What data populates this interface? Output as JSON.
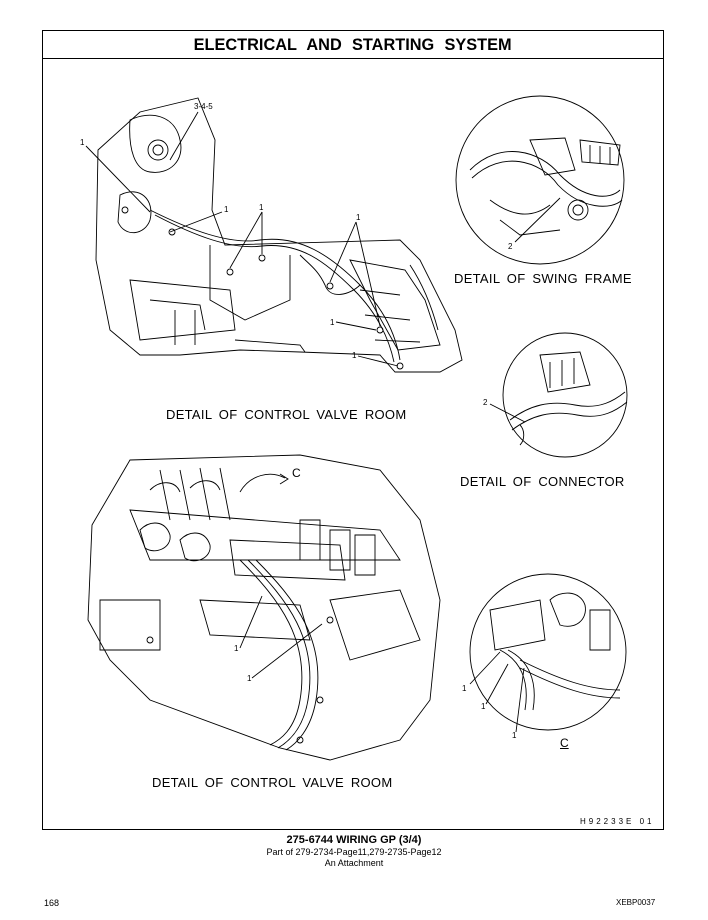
{
  "page_title": "ELECTRICAL AND STARTING SYSTEM",
  "details": {
    "swing_frame": "DETAIL OF SWING FRAME",
    "connector": "DETAIL OF CONNECTOR",
    "control_valve_room_top": "DETAIL OF CONTROL VALVE ROOM",
    "control_valve_room_bottom": "DETAIL OF CONTROL VALVE ROOM"
  },
  "callouts": {
    "c345": "3-4-5",
    "one": "1",
    "two": "2"
  },
  "view_letter": "C",
  "illustration_ref": "H92233E     01",
  "caption": {
    "title": "275-6744  WIRING GP (3/4)",
    "line1": "Part of 279-2734-Page11,279-2735-Page12",
    "line2": "An Attachment"
  },
  "footer": {
    "page_number": "168",
    "doc_code": "XEBP0037"
  }
}
